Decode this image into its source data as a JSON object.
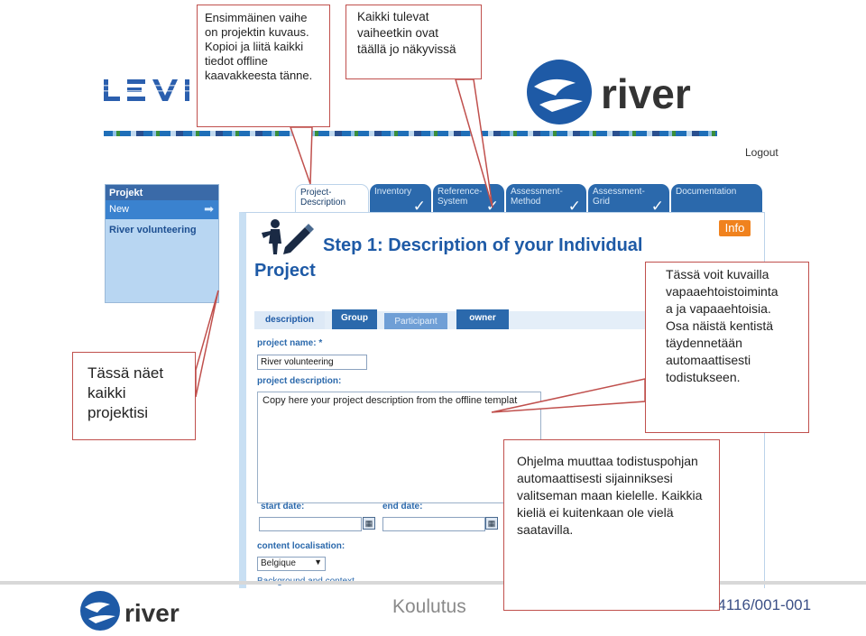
{
  "header": {
    "levi_logo_text": "LEVI",
    "logout": "Logout"
  },
  "project_panel": {
    "title": "Projekt",
    "new_label": "New",
    "items": [
      "River volunteering"
    ]
  },
  "tabs": [
    {
      "label": "Project-\nDescription",
      "active": true
    },
    {
      "label": "Inventory",
      "checked": true
    },
    {
      "label": "Reference-\nSystem",
      "checked": true
    },
    {
      "label": "Assessment-\nMethod",
      "checked": true
    },
    {
      "label": "Assessment-\nGrid",
      "checked": true
    },
    {
      "label": "Documentation",
      "checked": false
    }
  ],
  "main": {
    "step_title": "Step 1: Description of your Individual",
    "project_heading": "Project",
    "info_label": "Info",
    "subtabs": [
      "description",
      "Group",
      "Participant",
      "owner"
    ],
    "project_name_label": "project name: *",
    "project_name_value": "River volunteering",
    "project_description_label": "project description:",
    "project_description_value": "Copy here your project description from the offline templat",
    "start_date_label": "start date:",
    "end_date_label": "end date:",
    "content_localisation_label": "content localisation:",
    "content_localisation_value": "Belgique",
    "background_label": "Background and context"
  },
  "footer": {
    "koulutus": "Koulutus",
    "code": "- 4116/001-001"
  },
  "callouts": {
    "first_phase": "Ensimmäinen vaihe on projektin kuvaus. Kopioi ja liitä kaikki tiedot offline kaavakkeesta tänne.",
    "future_phases": "Kaikki tulevat vaiheetkin ovat täällä jo näkyvissä",
    "all_projects": "Tässä näet kaikki projektisi",
    "description_fields": "Tässä voit kuvailla vapaaehtoistoiminta a ja vapaaehtoisia. Osa näistä kentistä täydennetään automaattisesti todistukseen.",
    "language_note": "Ohjelma muuttaa todistuspohjan automaattisesti sijainniksesi valitseman maan kielelle. Kaikkia kieliä ei kuitenkaan ole vielä saatavilla."
  },
  "colors": {
    "brand_blue": "#1e5aa6",
    "tab_blue": "#2b69ac",
    "info_orange": "#f0821e",
    "callout_border": "#c0504d"
  }
}
